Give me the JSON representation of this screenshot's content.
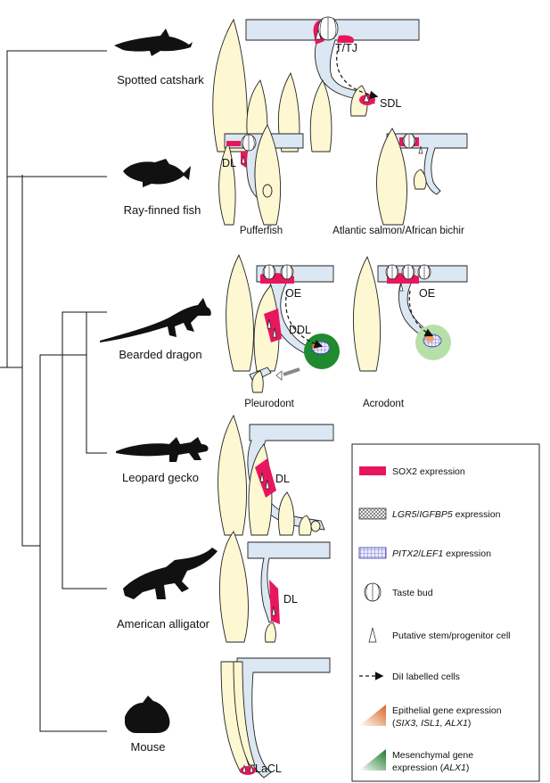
{
  "species": {
    "catshark": "Spotted catshark",
    "rayfinned": "Ray-finned fish",
    "dragon": "Bearded dragon",
    "gecko": "Leopard gecko",
    "alligator": "American alligator",
    "mouse": "Mouse"
  },
  "sublabels": {
    "pufferfish": "Pufferfish",
    "salmon": "Atlantic salmon/African bichir",
    "pleurodont": "Pleurodont",
    "acrodont": "Acrodont"
  },
  "annotations": {
    "ttj": "T/TJ",
    "sdl": "SDL",
    "dl": "DL",
    "oe": "OE",
    "ddl": "DDL",
    "lacl": "LaCL"
  },
  "legend": {
    "sox2_gene": "SOX2",
    "sox2_rest": " expression",
    "lgr5_gene1": "LGR5",
    "lgr5_slash": "/",
    "lgr5_gene2": "IGFBP5",
    "lgr5_rest": " expression",
    "pitx2_gene1": "PITX2",
    "pitx2_slash": "/",
    "pitx2_gene2": "LEF1",
    "pitx2_rest": " expression",
    "taste_bud": "Taste bud",
    "stem": "Putative stem/progenitor cell",
    "dil": "DiI labelled cells",
    "epi_line1": "Epithelial gene expression",
    "epi_open": "(",
    "epi_genes": "SIX3, ISL1, ALX1",
    "epi_close": ")",
    "mes_line1": "Mesenchymal gene",
    "mes_line2_pre": "expression (",
    "mes_gene": "ALX1",
    "mes_close": ")"
  },
  "colors": {
    "sox2": "#e8175d",
    "tooth": "#fdf7d2",
    "epithelium": "#dbe7f2",
    "mesenchyme_green": "#1f8a2e",
    "mesenchyme_light": "#b7dfa8",
    "epithelial_orange": "#e07a2a",
    "pitx2_blue": "#3a3aa8"
  }
}
